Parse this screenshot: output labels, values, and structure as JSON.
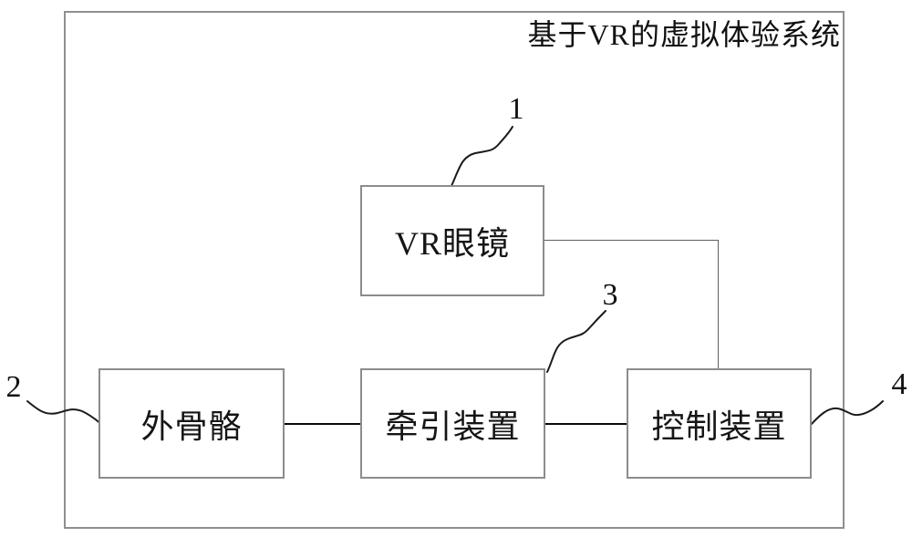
{
  "figure": {
    "title": "基于VR的虚拟体验系统",
    "boxes": [
      {
        "id": "vr-glasses",
        "label": "VR眼镜",
        "ref": "1"
      },
      {
        "id": "exoskeleton",
        "label": "外骨骼",
        "ref": "2"
      },
      {
        "id": "traction-device",
        "label": "牵引装置",
        "ref": "3"
      },
      {
        "id": "control-device",
        "label": "控制装置",
        "ref": "4"
      }
    ],
    "connections": [
      {
        "from": "exoskeleton",
        "to": "traction-device"
      },
      {
        "from": "traction-device",
        "to": "control-device"
      },
      {
        "from": "vr-glasses",
        "to": "control-device"
      }
    ],
    "colors": {
      "boundary_border": "#8f8f8f",
      "box_border": "#8c8c8c",
      "connector": "#0a0a0a",
      "thin_connector": "#5f5f5f",
      "text": "#111111"
    }
  }
}
